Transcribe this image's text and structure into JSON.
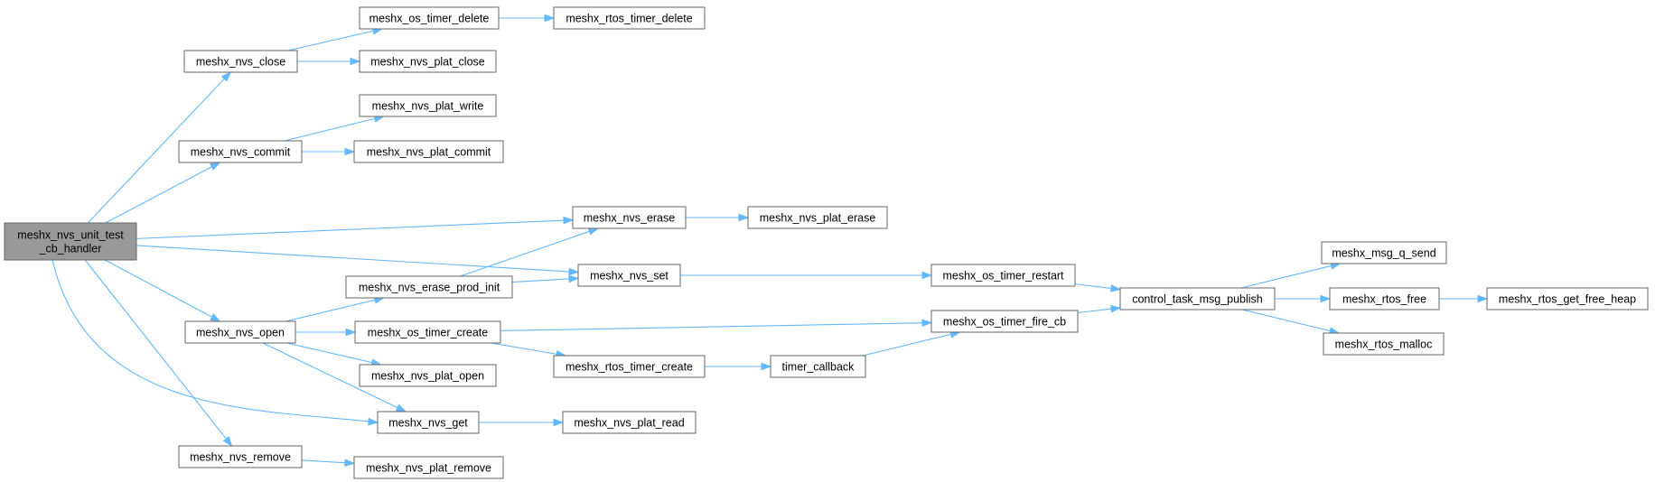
{
  "graph": {
    "theme": {
      "edge_color": "#63b8ff",
      "node_border": "#666666",
      "root_fill": "#999999",
      "node_fill": "#ffffff"
    },
    "nodes": [
      {
        "id": "root",
        "lines": [
          "meshx_nvs_unit_test",
          "_cb_handler"
        ],
        "root": true
      },
      {
        "id": "close",
        "lines": [
          "meshx_nvs_close"
        ]
      },
      {
        "id": "commit",
        "lines": [
          "meshx_nvs_commit"
        ]
      },
      {
        "id": "open",
        "lines": [
          "meshx_nvs_open"
        ]
      },
      {
        "id": "remove",
        "lines": [
          "meshx_nvs_remove"
        ]
      },
      {
        "id": "os_timer_delete",
        "lines": [
          "meshx_os_timer_delete"
        ]
      },
      {
        "id": "plat_close",
        "lines": [
          "meshx_nvs_plat_close"
        ]
      },
      {
        "id": "plat_write",
        "lines": [
          "meshx_nvs_plat_write"
        ]
      },
      {
        "id": "plat_commit",
        "lines": [
          "meshx_nvs_plat_commit"
        ]
      },
      {
        "id": "erase_prod_init",
        "lines": [
          "meshx_nvs_erase_prod_init"
        ]
      },
      {
        "id": "os_timer_create",
        "lines": [
          "meshx_os_timer_create"
        ]
      },
      {
        "id": "plat_open",
        "lines": [
          "meshx_nvs_plat_open"
        ]
      },
      {
        "id": "nvs_get",
        "lines": [
          "meshx_nvs_get"
        ]
      },
      {
        "id": "plat_remove",
        "lines": [
          "meshx_nvs_plat_remove"
        ]
      },
      {
        "id": "rtos_timer_delete",
        "lines": [
          "meshx_rtos_timer_delete"
        ]
      },
      {
        "id": "nvs_erase",
        "lines": [
          "meshx_nvs_erase"
        ]
      },
      {
        "id": "nvs_set",
        "lines": [
          "meshx_nvs_set"
        ]
      },
      {
        "id": "rtos_timer_create",
        "lines": [
          "meshx_rtos_timer_create"
        ]
      },
      {
        "id": "plat_read",
        "lines": [
          "meshx_nvs_plat_read"
        ]
      },
      {
        "id": "plat_erase",
        "lines": [
          "meshx_nvs_plat_erase"
        ]
      },
      {
        "id": "timer_callback",
        "lines": [
          "timer_callback"
        ]
      },
      {
        "id": "os_timer_restart",
        "lines": [
          "meshx_os_timer_restart"
        ]
      },
      {
        "id": "os_timer_fire_cb",
        "lines": [
          "meshx_os_timer_fire_cb"
        ]
      },
      {
        "id": "ctrl_publish",
        "lines": [
          "control_task_msg_publish"
        ]
      },
      {
        "id": "msg_q_send",
        "lines": [
          "meshx_msg_q_send"
        ]
      },
      {
        "id": "rtos_free",
        "lines": [
          "meshx_rtos_free"
        ]
      },
      {
        "id": "rtos_malloc",
        "lines": [
          "meshx_rtos_malloc"
        ]
      },
      {
        "id": "get_free_heap",
        "lines": [
          "meshx_rtos_get_free_heap"
        ]
      }
    ],
    "edges": [
      [
        "root",
        "close"
      ],
      [
        "root",
        "commit"
      ],
      [
        "root",
        "nvs_erase"
      ],
      [
        "root",
        "nvs_set"
      ],
      [
        "root",
        "open"
      ],
      [
        "root",
        "nvs_get"
      ],
      [
        "root",
        "remove"
      ],
      [
        "close",
        "os_timer_delete"
      ],
      [
        "close",
        "plat_close"
      ],
      [
        "os_timer_delete",
        "rtos_timer_delete"
      ],
      [
        "commit",
        "plat_write"
      ],
      [
        "commit",
        "plat_commit"
      ],
      [
        "nvs_erase",
        "plat_erase"
      ],
      [
        "erase_prod_init",
        "nvs_erase"
      ],
      [
        "erase_prod_init",
        "nvs_set"
      ],
      [
        "nvs_set",
        "os_timer_restart"
      ],
      [
        "open",
        "erase_prod_init"
      ],
      [
        "open",
        "os_timer_create"
      ],
      [
        "open",
        "plat_open"
      ],
      [
        "open",
        "nvs_get"
      ],
      [
        "os_timer_create",
        "os_timer_fire_cb"
      ],
      [
        "os_timer_create",
        "rtos_timer_create"
      ],
      [
        "rtos_timer_create",
        "timer_callback"
      ],
      [
        "timer_callback",
        "os_timer_fire_cb"
      ],
      [
        "os_timer_restart",
        "ctrl_publish"
      ],
      [
        "os_timer_fire_cb",
        "ctrl_publish"
      ],
      [
        "ctrl_publish",
        "msg_q_send"
      ],
      [
        "ctrl_publish",
        "rtos_free"
      ],
      [
        "ctrl_publish",
        "rtos_malloc"
      ],
      [
        "rtos_free",
        "get_free_heap"
      ],
      [
        "nvs_get",
        "plat_read"
      ],
      [
        "remove",
        "plat_remove"
      ]
    ]
  }
}
